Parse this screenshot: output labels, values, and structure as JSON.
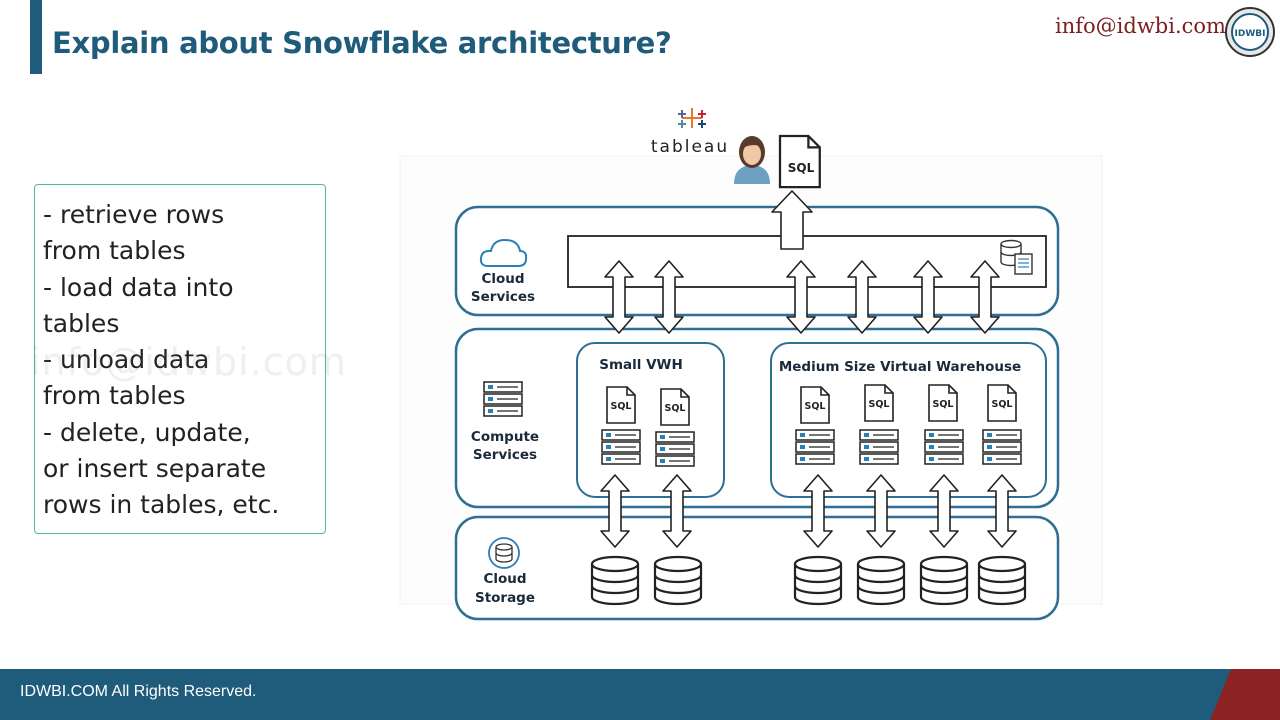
{
  "header": {
    "title": "Explain about Snowflake architecture?",
    "email": "info@idwbi.com",
    "logo_text": "IDWBI"
  },
  "bullets": {
    "line1": "- retrieve rows",
    "line2": "from tables",
    "line3": "- load data into",
    "line4": "tables",
    "line5": "- unload data",
    "line6": "from tables",
    "line7": "- delete, update,",
    "line8": "or insert separate",
    "line9": "rows in tables, etc."
  },
  "watermark": "info@idwbi.com",
  "diagram": {
    "client_app": "tableau",
    "client_query_label": "SQL",
    "cloud_services": {
      "line1": "Cloud",
      "line2": "Services"
    },
    "compute_services": {
      "line1": "Compute",
      "line2": "Services"
    },
    "cloud_storage": {
      "line1": "Cloud",
      "line2": "Storage"
    },
    "small_vwh": {
      "title": "Small VWH",
      "sql_label": "SQL"
    },
    "medium_vwh": {
      "title": "Medium Size Virtual Warehouse",
      "sql_label": "SQL"
    }
  },
  "footer": {
    "text": "IDWBI.COM All Rights Reserved."
  },
  "colors": {
    "brand": "#1f5b7a",
    "accent": "#4db89b",
    "footer_accent": "#8b2323",
    "email": "#7a1f1f"
  }
}
